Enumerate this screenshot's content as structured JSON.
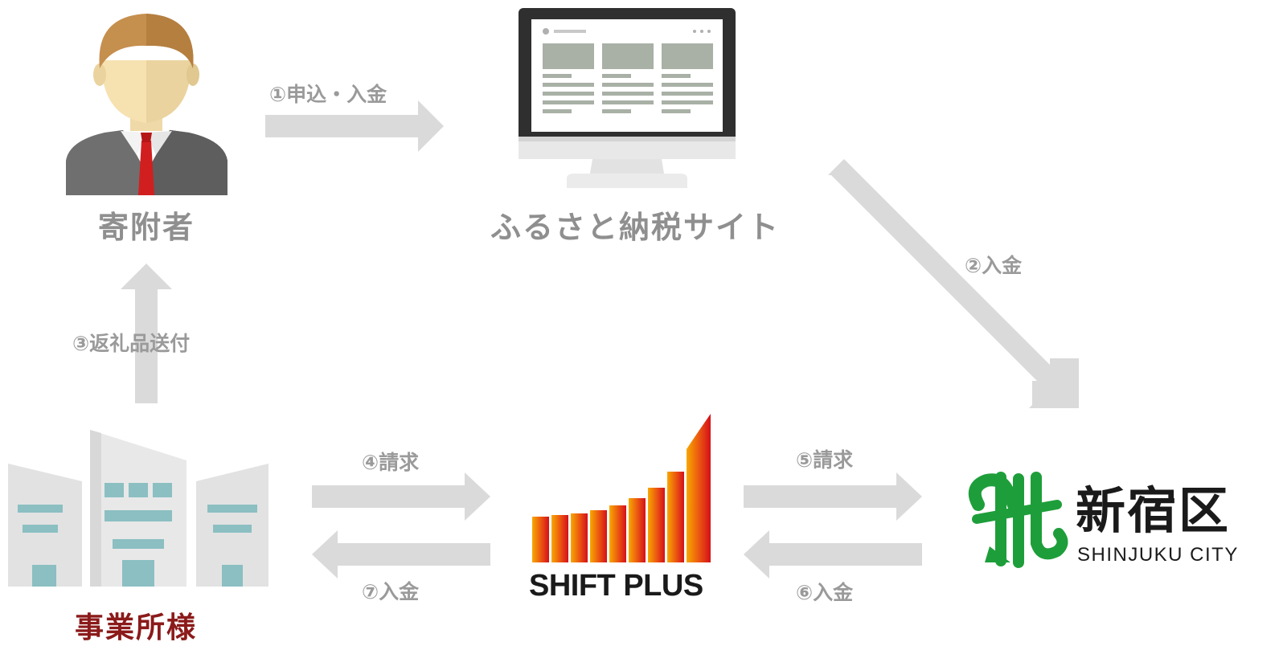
{
  "nodes": {
    "donor": "寄附者",
    "site": "ふるさと納税サイト",
    "business": "事業所様",
    "shiftplus": "SHIFT PLUS",
    "shinjuku_jp": "新宿区",
    "shinjuku_en": "SHINJUKU CITY"
  },
  "steps": {
    "s1": "①申込・入金",
    "s2": "②入金",
    "s3": "③返礼品送付",
    "s4": "④請求",
    "s5": "⑤請求",
    "s6": "⑥入金",
    "s7": "⑦入金"
  },
  "colors": {
    "arrow": "#dadada",
    "label_gray": "#9a9a9a",
    "business_red": "#8b1a1a",
    "shinjuku_green": "#1e9e3a"
  }
}
